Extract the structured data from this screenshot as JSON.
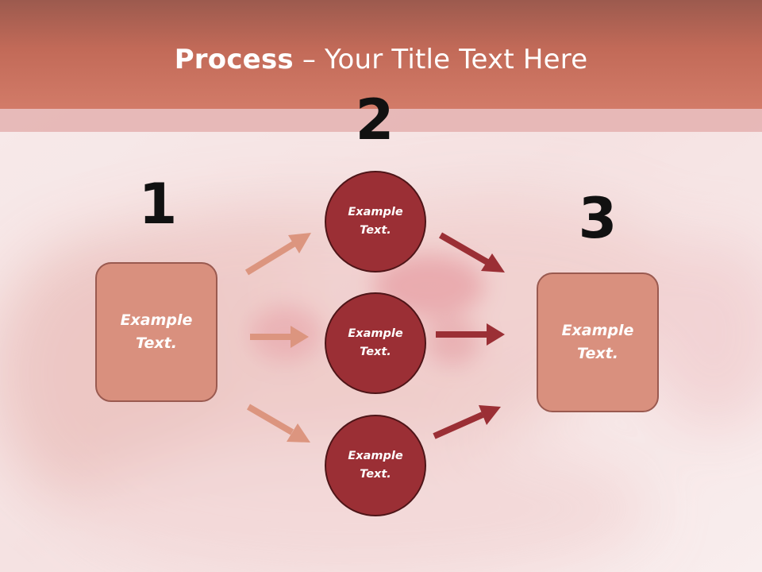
{
  "slide": {
    "title_bold": "Process",
    "title_rest": " – Your Title Text Here"
  },
  "colors": {
    "header": "#c26a58",
    "box_fill": "#d9907e",
    "box_border": "#9a5a50",
    "circle_fill": "#9b2f35",
    "circle_border": "#4e1518",
    "arrow_light": "#d9907e",
    "arrow_dark": "#9b2f35"
  },
  "steps": {
    "one": {
      "number": "1",
      "text": "Example\nText."
    },
    "two": {
      "number": "2",
      "circles": [
        {
          "text": "Example\nText."
        },
        {
          "text": "Example\nText."
        },
        {
          "text": "Example\nText."
        }
      ]
    },
    "three": {
      "number": "3",
      "text": "Example\nText."
    }
  }
}
